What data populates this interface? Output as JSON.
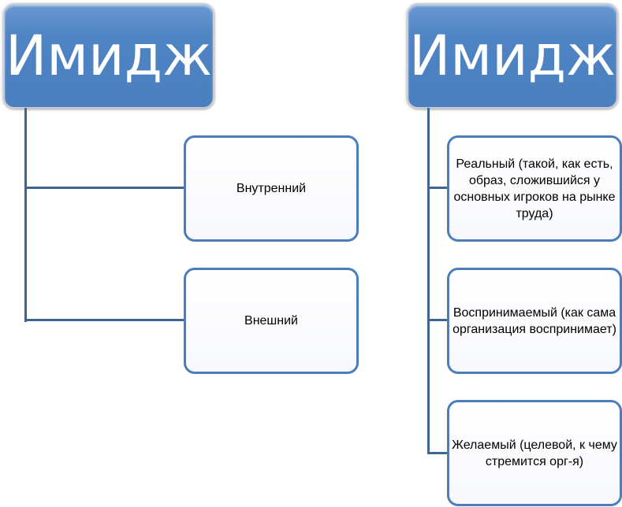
{
  "left": {
    "title": "Имидж",
    "items": [
      "Внутренний",
      "Внешний"
    ]
  },
  "right": {
    "title": "Имидж",
    "items": [
      "Реальный (такой, как есть, образ, сложившийся у основных игроков на рынке труда)",
      "Воспринимаемый (как сама организация воспринимает)",
      "Желаемый (целевой, к чему стремится орг-я)"
    ]
  }
}
